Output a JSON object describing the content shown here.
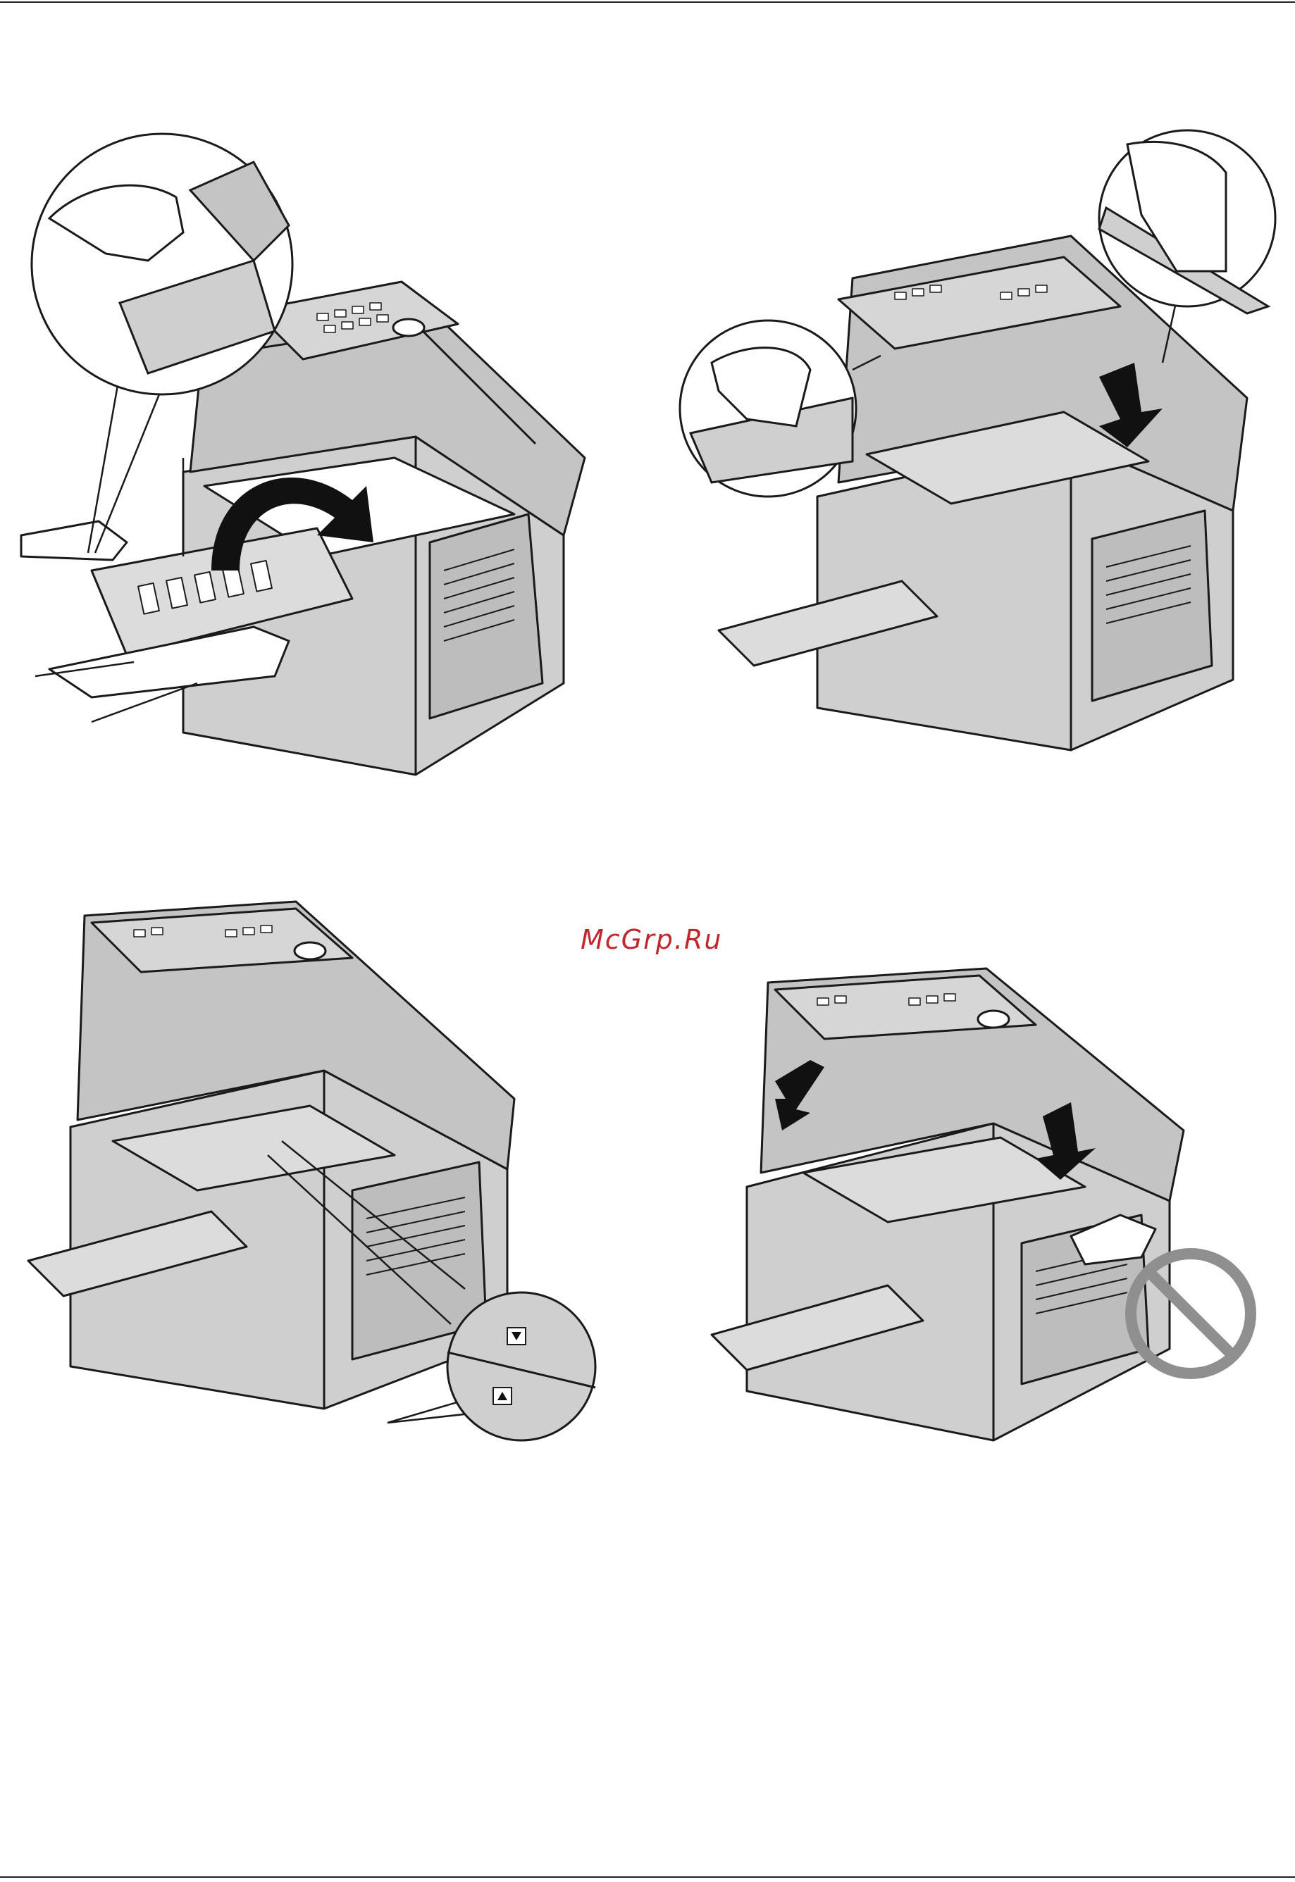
{
  "watermark": {
    "text": "McGrp.Ru",
    "color": "#c0282d"
  },
  "colors": {
    "device_fill": "#cfcfcf",
    "device_shade": "#b3b3b3",
    "outline": "#1a1a1a",
    "prohibit": "#8f8f8f"
  },
  "figures": [
    {
      "name": "install-drum-unit",
      "icons": [
        "hand-icon",
        "magnify-circle-icon",
        "rotate-arrow-icon"
      ]
    },
    {
      "name": "close-top-cover",
      "icons": [
        "hand-icon",
        "magnify-circle-icon",
        "down-arrow-icon"
      ]
    },
    {
      "name": "align-triangle-marks",
      "icons": [
        "magnify-circle-icon",
        "triangle-mark-icon"
      ]
    },
    {
      "name": "do-not-touch-transfer-roller",
      "icons": [
        "hand-icon",
        "prohibited-icon",
        "down-arrow-icon"
      ]
    }
  ]
}
